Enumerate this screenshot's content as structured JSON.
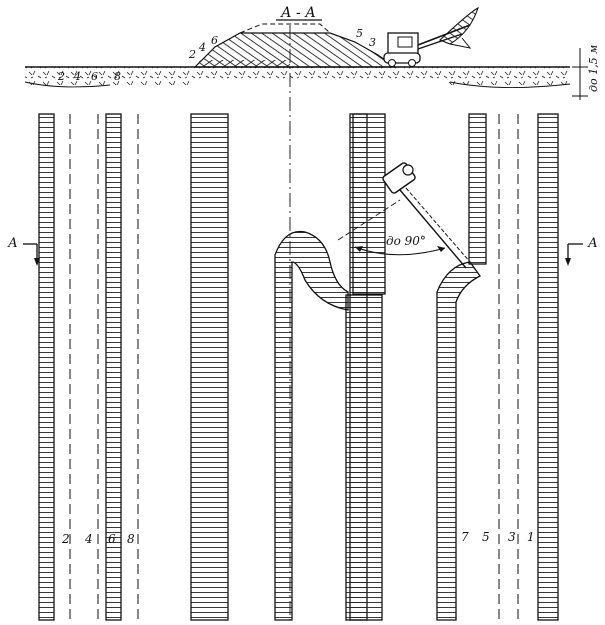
{
  "section": {
    "title": "А - А",
    "depth_label": "до 1,5 м",
    "layer_numbers_left": [
      "2",
      "4",
      "6"
    ],
    "layer_numbers_right": [
      "5",
      "3"
    ],
    "ground_numbers": [
      "2",
      "4",
      "6",
      "8"
    ]
  },
  "plan": {
    "cut_marker_left": "А",
    "cut_marker_right": "А",
    "angle_label": "до 90°",
    "left_strip_numbers": [
      "2",
      "4",
      "6",
      "8"
    ],
    "right_strip_numbers": [
      "7",
      "5",
      "3",
      "1"
    ]
  }
}
